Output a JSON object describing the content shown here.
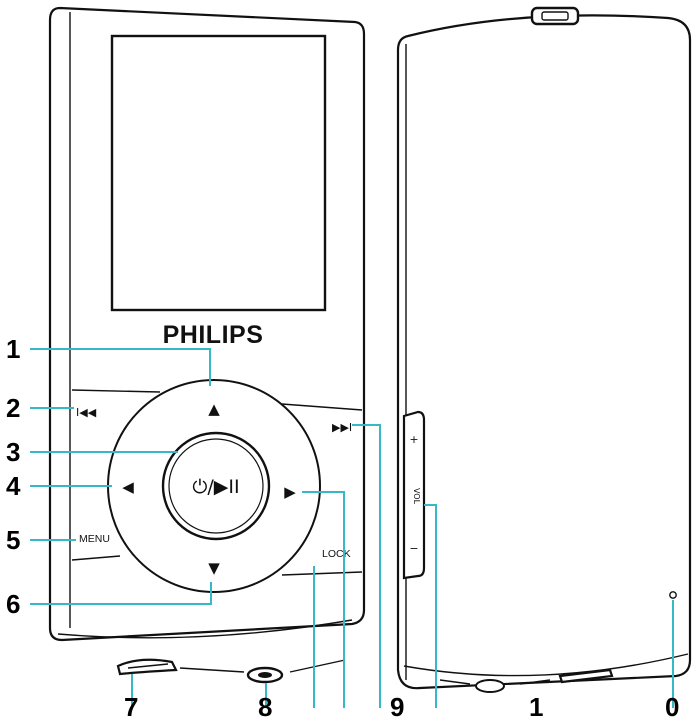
{
  "device": {
    "brand": "PHILIPS",
    "play_pause_label": "⏻/▶II",
    "menu_label": "MENU",
    "lock_label": "LOCK",
    "prev_label": "I◀◀",
    "next_label": "▶▶I",
    "up_glyph": "▲",
    "down_glyph": "▼",
    "left_glyph": "◀",
    "right_glyph": "▶",
    "volume_up_glyph": "+",
    "volume_label": "VOL",
    "volume_down_glyph": "−"
  },
  "callouts": {
    "c1": "1",
    "c2": "2",
    "c3": "3",
    "c4": "4",
    "c5": "5",
    "c6": "6",
    "c7": "7",
    "c8": "8",
    "c9": "9",
    "c10": "1",
    "c11": "0"
  },
  "colors": {
    "leader": "#36b9c7",
    "outline": "#111111"
  }
}
